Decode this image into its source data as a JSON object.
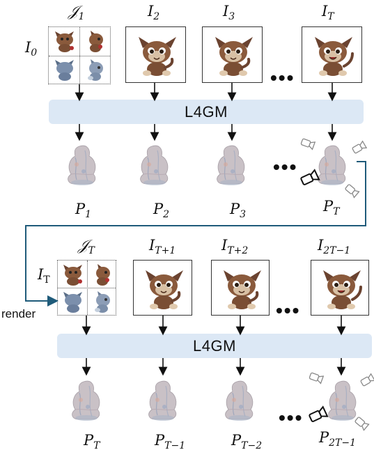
{
  "row1": {
    "labels": [
      {
        "base": "𝒥",
        "sub": "1"
      },
      {
        "base": "I",
        "sub": "2"
      },
      {
        "base": "I",
        "sub": "3"
      },
      {
        "base": "I",
        "sub": "T"
      }
    ],
    "side_label": {
      "base": "I",
      "sub": "0"
    },
    "model_label": "L4GM",
    "outputs": [
      {
        "base": "P",
        "sub": "1"
      },
      {
        "base": "P",
        "sub": "2"
      },
      {
        "base": "P",
        "sub": "3"
      },
      {
        "base": "P",
        "sub": "T"
      }
    ],
    "ellipsis_top": "•••",
    "ellipsis_mid": "•••"
  },
  "row2": {
    "labels": [
      {
        "base": "𝒥",
        "sub": "T"
      },
      {
        "base": "I",
        "sub": "T+1"
      },
      {
        "base": "I",
        "sub": "T+2"
      },
      {
        "base": "I",
        "sub": "2T−1"
      }
    ],
    "side_label": {
      "base": "I",
      "sub": "T"
    },
    "model_label": "L4GM",
    "outputs": [
      {
        "base": "P",
        "sub": "T"
      },
      {
        "base": "P",
        "sub": "T−1"
      },
      {
        "base": "P",
        "sub": "T−2"
      },
      {
        "base": "P",
        "sub": "2T−1"
      }
    ],
    "ellipsis_top": "•••",
    "ellipsis_mid": "•••"
  },
  "render_label": "render",
  "colors": {
    "bar": "#dce8f5",
    "connector": "#1f5b7a",
    "creature_fur": "#8a5a3c",
    "splat": "#b9b3b8"
  }
}
